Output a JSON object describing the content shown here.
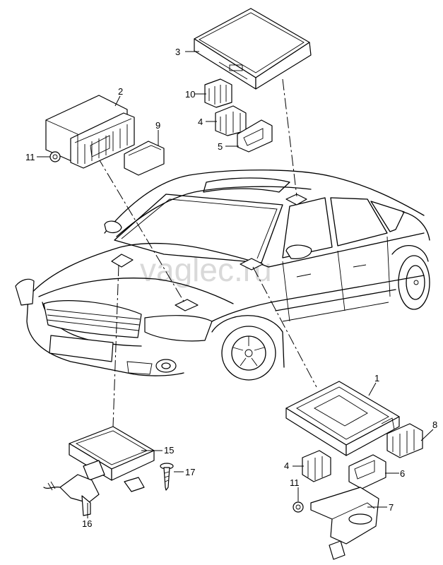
{
  "watermark": "vaglec.ru",
  "callouts": [
    {
      "id": "c1",
      "label": "1"
    },
    {
      "id": "c2",
      "label": "2"
    },
    {
      "id": "c3",
      "label": "3"
    },
    {
      "id": "c4a",
      "label": "4"
    },
    {
      "id": "c4b",
      "label": "4"
    },
    {
      "id": "c5",
      "label": "5"
    },
    {
      "id": "c6",
      "label": "6"
    },
    {
      "id": "c7",
      "label": "7"
    },
    {
      "id": "c8",
      "label": "8"
    },
    {
      "id": "c9",
      "label": "9"
    },
    {
      "id": "c10",
      "label": "10"
    },
    {
      "id": "c11a",
      "label": "11"
    },
    {
      "id": "c11b",
      "label": "11"
    },
    {
      "id": "c15",
      "label": "15"
    },
    {
      "id": "c16",
      "label": "16"
    },
    {
      "id": "c17",
      "label": "17"
    }
  ]
}
